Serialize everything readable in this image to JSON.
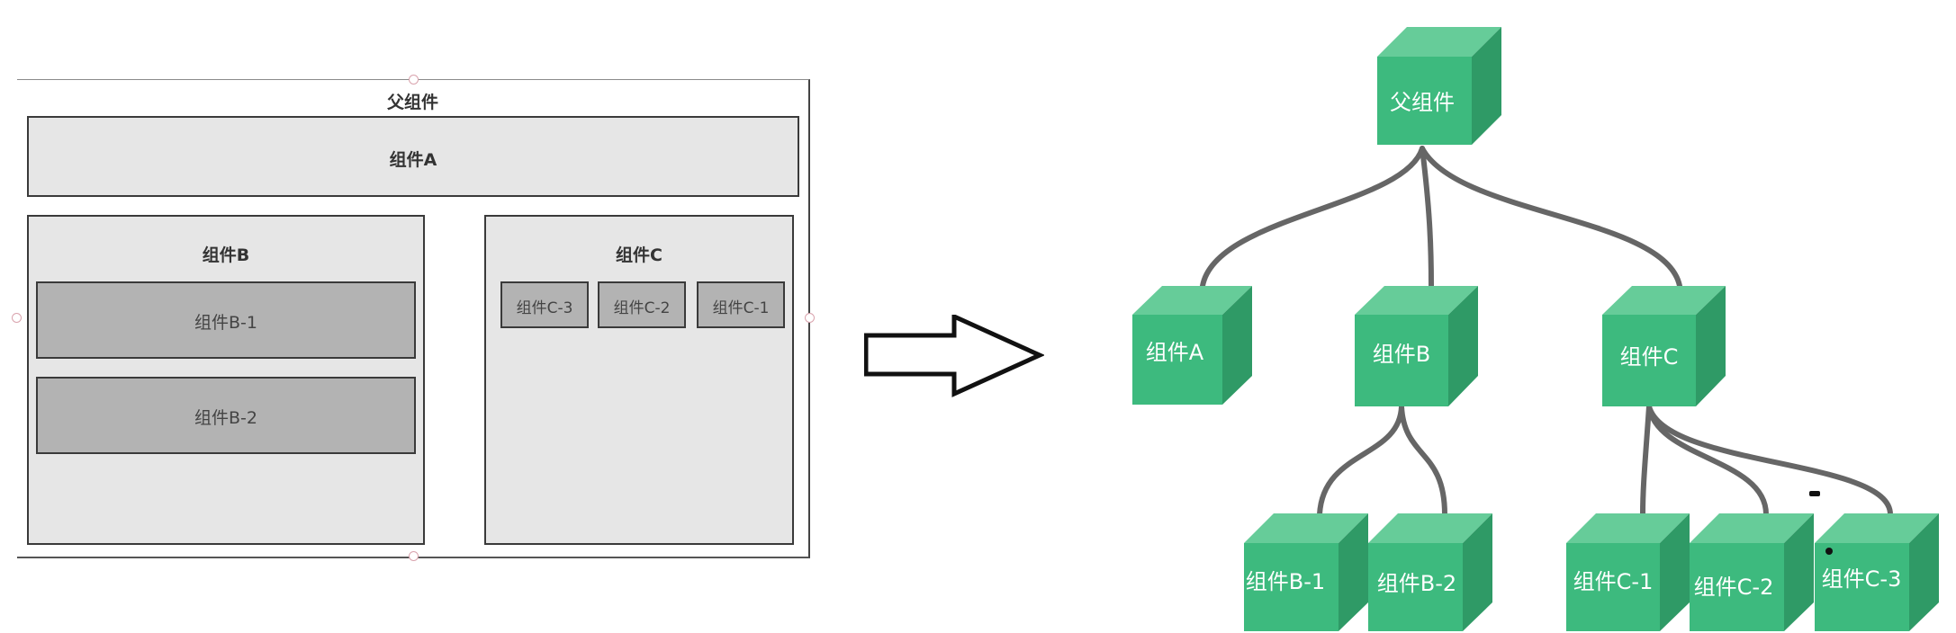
{
  "layout": {
    "parent_label": "父组件",
    "component_a_label": "组件A",
    "component_b_label": "组件B",
    "component_b1_label": "组件B-1",
    "component_b2_label": "组件B-2",
    "component_c_label": "组件C",
    "component_c3_label": "组件C-3",
    "component_c2_label": "组件C-2",
    "component_c1_label": "组件C-1"
  },
  "tree": {
    "nodes": [
      {
        "id": "parent",
        "label": "父组件"
      },
      {
        "id": "a",
        "label": "组件A"
      },
      {
        "id": "b",
        "label": "组件B"
      },
      {
        "id": "c",
        "label": "组件C"
      },
      {
        "id": "b1",
        "label": "组件B-1"
      },
      {
        "id": "b2",
        "label": "组件B-2"
      },
      {
        "id": "c1",
        "label": "组件C-1"
      },
      {
        "id": "c2",
        "label": "组件C-2"
      },
      {
        "id": "c3",
        "label": "组件C-3"
      }
    ],
    "edges": [
      [
        "parent",
        "a"
      ],
      [
        "parent",
        "b"
      ],
      [
        "parent",
        "c"
      ],
      [
        "b",
        "b1"
      ],
      [
        "b",
        "b2"
      ],
      [
        "c",
        "c1"
      ],
      [
        "c",
        "c2"
      ],
      [
        "c",
        "c3"
      ]
    ]
  },
  "colors": {
    "cube_front": "#3dba7e",
    "cube_top": "#66cc99",
    "cube_side": "#2f9a66",
    "connector": "#666666",
    "box_light": "#e6e6e6",
    "box_dark": "#b3b3b3"
  }
}
